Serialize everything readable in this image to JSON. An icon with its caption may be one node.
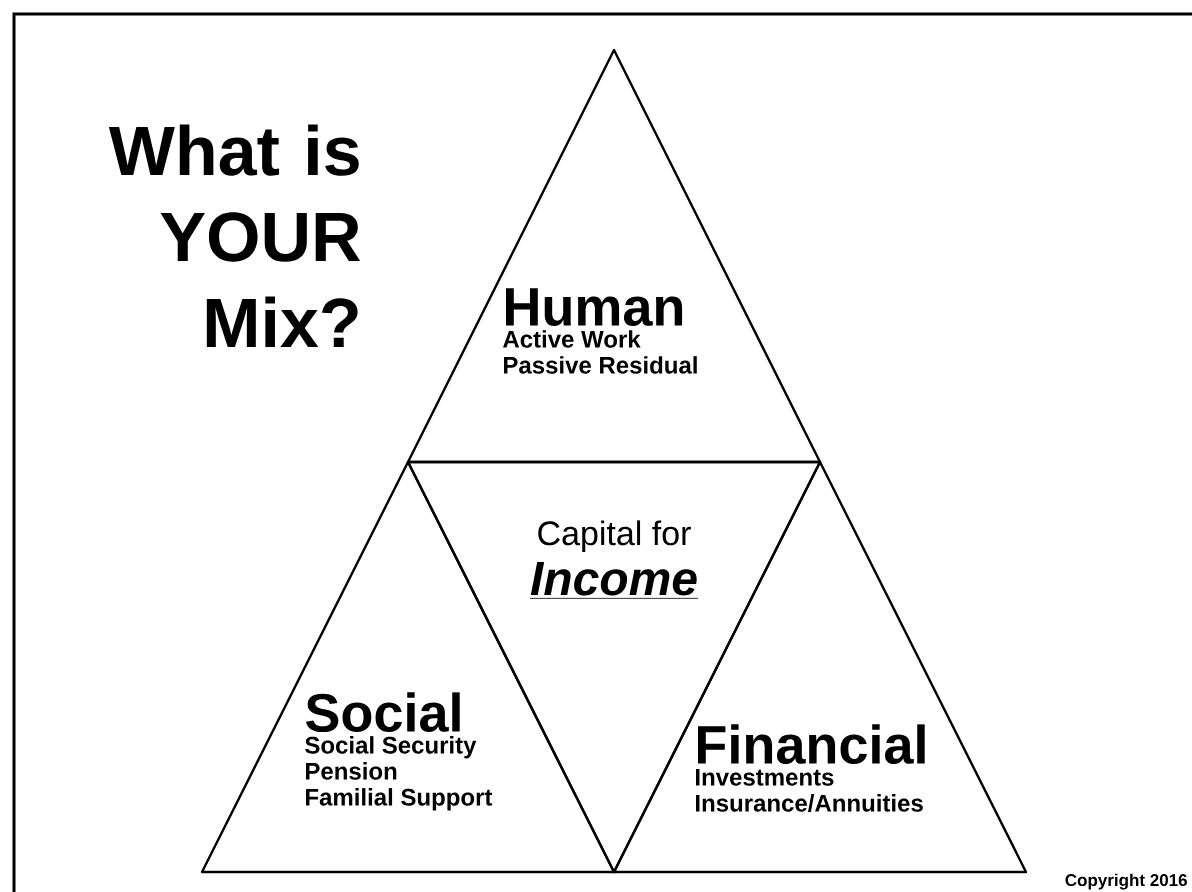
{
  "diagram": {
    "title": "What is YOUR Mix?",
    "nodes": [
      {
        "text": [
          "Human",
          "Active Work",
          "Passive Residual"
        ]
      },
      {
        "text": [
          "Capital for",
          "Income"
        ]
      },
      {
        "text": [
          "Social",
          "Social Security",
          "Pension",
          "Familial Support"
        ]
      },
      {
        "text": [
          "Financial",
          "Investments",
          "Insurance/Annuities"
        ]
      }
    ],
    "labels": [
      "Copyright 2016"
    ]
  }
}
